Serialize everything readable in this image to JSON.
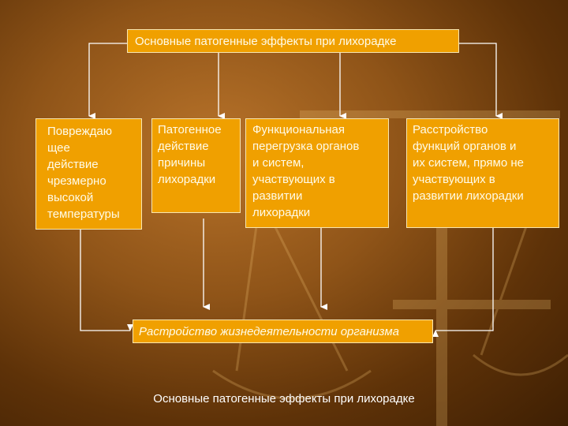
{
  "slide": {
    "top_box": "Основные патогенные эффекты при лихорадке",
    "boxes": [
      "Повреждаю\nщее\nдействие\nчрезмерно\nвысокой\nтемпературы",
      "Патогенное\nдействие\nпричины\nлихорадки",
      "Функциональная\nперегрузка органов\nи систем,\nучаствующих в\nразвитии\nлихорадки",
      "Расстройство\nфункций органов и\nих систем, прямо не\nучаствующих в\nразвитии лихорадки"
    ],
    "bottom_box": "Растройство жизнедеятельности организма",
    "caption": "Основные патогенные эффекты при лихорадке"
  },
  "colors": {
    "box_fill": "#f0a000",
    "box_border": "#f8e6b0",
    "arrow": "#ffffff"
  }
}
